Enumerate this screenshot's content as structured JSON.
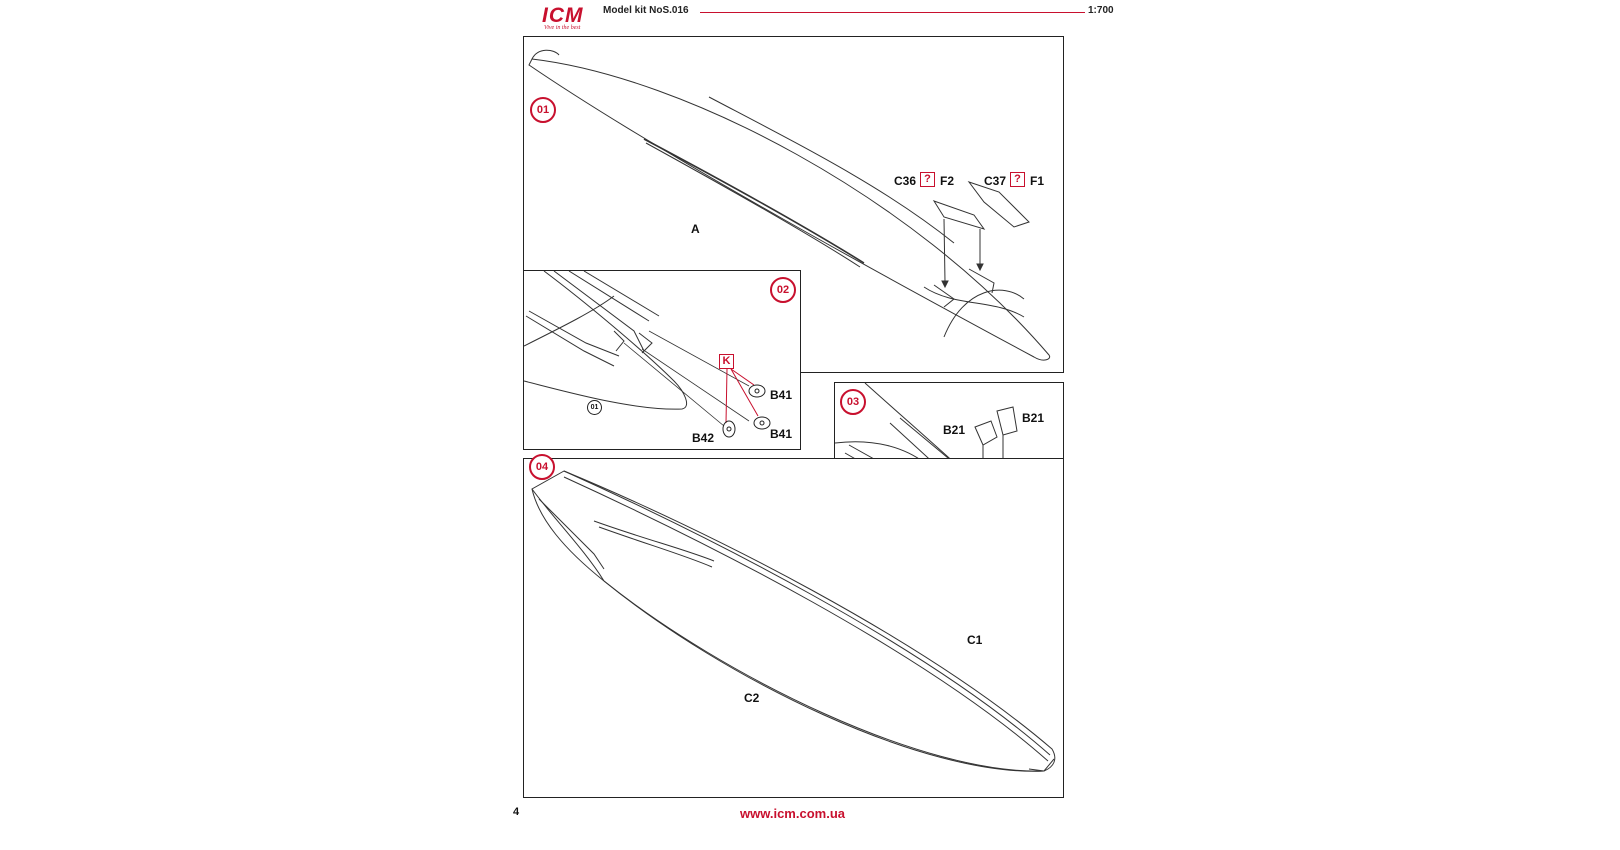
{
  "header": {
    "logo": "ICM",
    "logo_tagline": "Vive in the best",
    "kit_label": "Model kit NoS.016",
    "scale": "1:700"
  },
  "steps": [
    {
      "number": "01",
      "parts": [
        "A",
        "C36",
        "F2",
        "C37",
        "F1"
      ],
      "choice_marks": [
        "?",
        "?"
      ]
    },
    {
      "number": "02",
      "parts": [
        "B41",
        "B41",
        "B42"
      ],
      "paint_code": "K",
      "reference_step": "01"
    },
    {
      "number": "03",
      "parts": [
        "B21",
        "B21"
      ]
    },
    {
      "number": "04",
      "parts": [
        "C1",
        "C2"
      ]
    }
  ],
  "footer": {
    "page_number": "4",
    "url": "www.icm.com.ua"
  },
  "colors": {
    "accent": "#c8102e",
    "line": "#222222"
  }
}
